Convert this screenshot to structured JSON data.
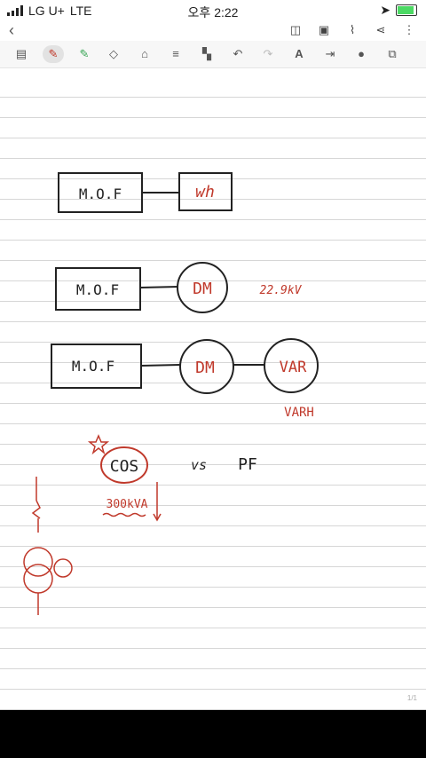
{
  "status_bar": {
    "carrier": "LG U+",
    "network": "LTE",
    "time": "오후 2:22"
  },
  "note": {
    "page_indicator": "1/1",
    "ink_color_black": "#222222",
    "ink_color_red": "#c0392b",
    "diagram": {
      "row1": {
        "box_label": "M.O.F",
        "meter_label": "wh"
      },
      "row2": {
        "box_label": "M.O.F",
        "meter_label": "DM",
        "voltage": "22.9kV"
      },
      "row3": {
        "box_label": "M.O.F",
        "meter1_label": "DM",
        "meter2_label": "VAR",
        "sub_label": "VARH"
      },
      "cos_label": "COS",
      "vs_label": "vs",
      "pf_label": "PF",
      "capacity": "300kVA"
    }
  },
  "icons": {
    "back": "chevron-left-icon",
    "top_actions": [
      "book-icon",
      "page-icon",
      "paperclip-icon",
      "share-icon",
      "more-icon"
    ],
    "tools": [
      "layout-icon",
      "pen-icon",
      "highlighter-icon",
      "eraser-icon",
      "shape-icon",
      "lasso-icon",
      "stamp-icon",
      "undo-icon",
      "redo-icon",
      "text-icon",
      "insert-icon",
      "color-icon",
      "copy-icon"
    ]
  }
}
